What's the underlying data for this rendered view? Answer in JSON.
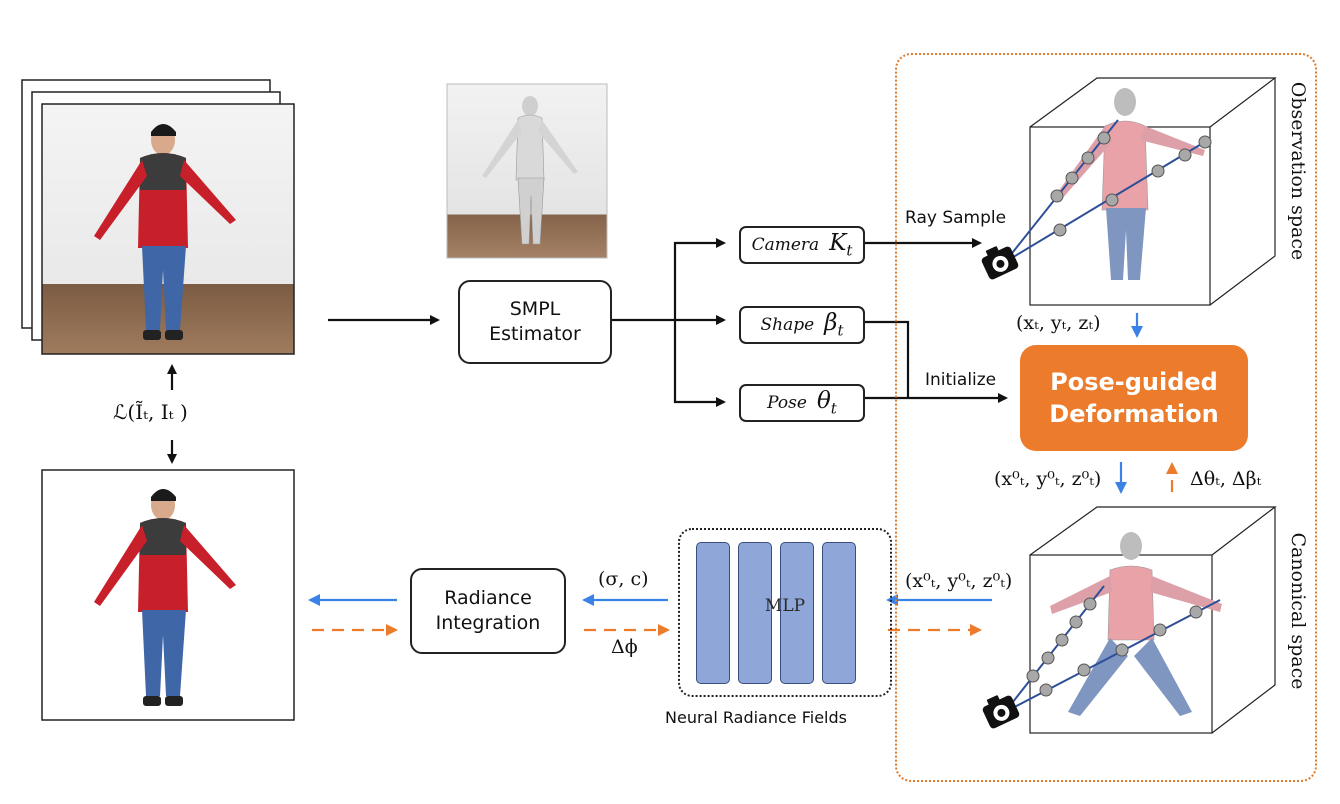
{
  "boxes": {
    "smpl": [
      "SMPL",
      "Estimator"
    ],
    "radiance": [
      "Radiance",
      "Integration"
    ],
    "deformation": [
      "Pose-guided",
      "Deformation"
    ]
  },
  "params": {
    "camera": {
      "name": "Camera",
      "symbol": "K",
      "sub": "t"
    },
    "shape": {
      "name": "Shape",
      "symbol": "β",
      "sub": "t"
    },
    "pose": {
      "name": "Pose",
      "symbol": "θ",
      "sub": "t"
    }
  },
  "labels": {
    "ray_sample": "Ray Sample",
    "initialize": "Initialize",
    "mlp": "MLP",
    "nerf": "Neural Radiance Fields",
    "observation_space": "Observation space",
    "canonical_space": "Canonical space"
  },
  "math": {
    "loss": "ℒ(Ĩₜ, Iₜ )",
    "obs_coords": "(xₜ, yₜ, zₜ)",
    "can_coords": "(x⁰ₜ, y⁰ₜ, z⁰ₜ)",
    "can_coords_2": "(x⁰ₜ, y⁰ₜ, z⁰ₜ)",
    "deltas": "Δθₜ, Δβₜ",
    "sigma_c": "(σ, c)",
    "delta_phi": "Δϕ"
  },
  "colors": {
    "accent_orange": "#ec7b2c",
    "arrow_blue": "#3b82e6",
    "mlp_blue": "#8ea6d8",
    "jacket_red": "#c8202a"
  }
}
